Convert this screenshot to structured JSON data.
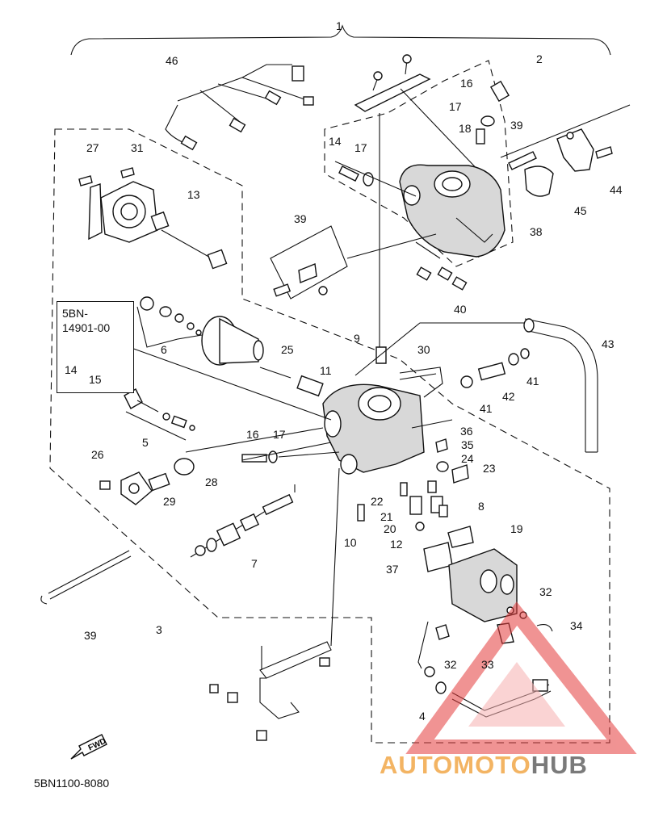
{
  "diagram": {
    "drawing_code": "5BN1100-8080",
    "fwd_label": "FWD",
    "ref_box": {
      "line1": "5BN-",
      "line2": "14901-00"
    },
    "callouts": [
      {
        "id": "c1",
        "text": "1"
      },
      {
        "id": "c2",
        "text": "2"
      },
      {
        "id": "c46",
        "text": "46"
      },
      {
        "id": "c16a",
        "text": "16"
      },
      {
        "id": "c17a",
        "text": "17"
      },
      {
        "id": "c18",
        "text": "18"
      },
      {
        "id": "c39a",
        "text": "39"
      },
      {
        "id": "c14a",
        "text": "14"
      },
      {
        "id": "c17b",
        "text": "17"
      },
      {
        "id": "c27",
        "text": "27"
      },
      {
        "id": "c31",
        "text": "31"
      },
      {
        "id": "c13",
        "text": "13"
      },
      {
        "id": "c44",
        "text": "44"
      },
      {
        "id": "c45",
        "text": "45"
      },
      {
        "id": "c38",
        "text": "38"
      },
      {
        "id": "c39b",
        "text": "39"
      },
      {
        "id": "c40",
        "text": "40"
      },
      {
        "id": "c25",
        "text": "25"
      },
      {
        "id": "c6",
        "text": "6"
      },
      {
        "id": "c9",
        "text": "9"
      },
      {
        "id": "c30",
        "text": "30"
      },
      {
        "id": "c43",
        "text": "43"
      },
      {
        "id": "c14b",
        "text": "14"
      },
      {
        "id": "c15",
        "text": "15"
      },
      {
        "id": "c11",
        "text": "11"
      },
      {
        "id": "c41a",
        "text": "41"
      },
      {
        "id": "c41b",
        "text": "41"
      },
      {
        "id": "c42",
        "text": "42"
      },
      {
        "id": "c5",
        "text": "5"
      },
      {
        "id": "c36",
        "text": "36"
      },
      {
        "id": "c16b",
        "text": "16"
      },
      {
        "id": "c17c",
        "text": "17"
      },
      {
        "id": "c35",
        "text": "35"
      },
      {
        "id": "c24",
        "text": "24"
      },
      {
        "id": "c26",
        "text": "26"
      },
      {
        "id": "c23",
        "text": "23"
      },
      {
        "id": "c28",
        "text": "28"
      },
      {
        "id": "c29",
        "text": "29"
      },
      {
        "id": "c22",
        "text": "22"
      },
      {
        "id": "c8",
        "text": "8"
      },
      {
        "id": "c21",
        "text": "21"
      },
      {
        "id": "c19",
        "text": "19"
      },
      {
        "id": "c10",
        "text": "10"
      },
      {
        "id": "c20",
        "text": "20"
      },
      {
        "id": "c12",
        "text": "12"
      },
      {
        "id": "c7",
        "text": "7"
      },
      {
        "id": "c37",
        "text": "37"
      },
      {
        "id": "c32a",
        "text": "32"
      },
      {
        "id": "c34",
        "text": "34"
      },
      {
        "id": "c39c",
        "text": "39"
      },
      {
        "id": "c3",
        "text": "3"
      },
      {
        "id": "c32b",
        "text": "32"
      },
      {
        "id": "c33",
        "text": "33"
      },
      {
        "id": "c4",
        "text": "4"
      }
    ]
  },
  "watermark": {
    "part1": "AUTO",
    "part2": "MOTO",
    "part3": "HUB",
    "color_primary": "#f3b463",
    "color_secondary": "#7a7a7a",
    "logo": "triangle-logo"
  }
}
